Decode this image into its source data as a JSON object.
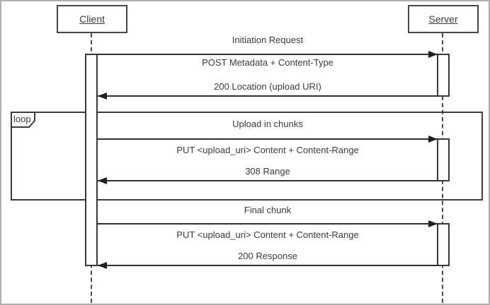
{
  "diagram_type": "uml-sequence",
  "actors": [
    {
      "name": "Client"
    },
    {
      "name": "Server"
    }
  ],
  "fragment": {
    "operator": "loop"
  },
  "sections": [
    {
      "title": "Initiation Request",
      "request": "POST Metadata + Content-Type",
      "response": "200 Location (upload URI)"
    },
    {
      "title": "Upload in chunks",
      "request": "PUT <upload_uri> Content + Content-Range",
      "response": "308 Range"
    },
    {
      "title": "Final chunk",
      "request": "PUT <upload_uri> Content + Content-Range",
      "response": "200 Response"
    }
  ],
  "colors": {
    "line": "#2f2f2f",
    "text": "#3b3b3b",
    "background": "#ffffff",
    "outer_border": "#aeaeae"
  }
}
